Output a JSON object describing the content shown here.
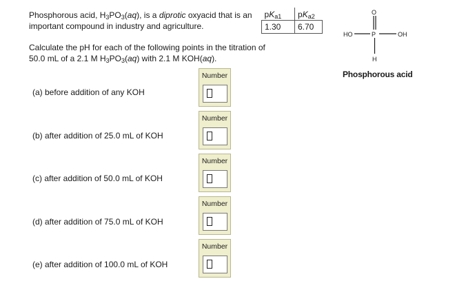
{
  "intro": {
    "t1": "Phosphorous acid, H",
    "s1": "3",
    "t2": "PO",
    "s2": "3",
    "t3": "(",
    "aq": "aq",
    "t4": "), is a ",
    "diprotic": "diprotic",
    "t5": " oxyacid that is an important compound in industry and agriculture."
  },
  "calc": {
    "t1": "Calculate the pH for each of the following points in the titration of 50.0 mL of a 2.1 M H",
    "s1": "3",
    "t2": "PO",
    "s2": "3",
    "t3": "(",
    "aq1": "aq",
    "t4": ") with 2.1 M KOH(",
    "aq2": "aq",
    "t5": ")."
  },
  "pka_table": {
    "h1_p": "p",
    "h1_k": "K",
    "h1_sub": "a1",
    "h2_p": "p",
    "h2_k": "K",
    "h2_sub": "a2",
    "v1": "1.30",
    "v2": "6.70"
  },
  "molecule": {
    "o": "O",
    "p": "P",
    "ho": "HO",
    "oh": "OH",
    "h": "H",
    "name": "Phosphorous acid"
  },
  "questions": [
    {
      "text": "(a) before addition of any KOH",
      "box_label": "Number",
      "value": ""
    },
    {
      "text": "(b) after addition of 25.0 mL of KOH",
      "box_label": "Number",
      "value": ""
    },
    {
      "text": "(c) after addition of 50.0 mL of KOH",
      "box_label": "Number",
      "value": ""
    },
    {
      "text": "(d) after addition of 75.0 mL of KOH",
      "box_label": "Number",
      "value": ""
    },
    {
      "text": "(e) after addition of 100.0 mL of KOH",
      "box_label": "Number",
      "value": ""
    }
  ]
}
